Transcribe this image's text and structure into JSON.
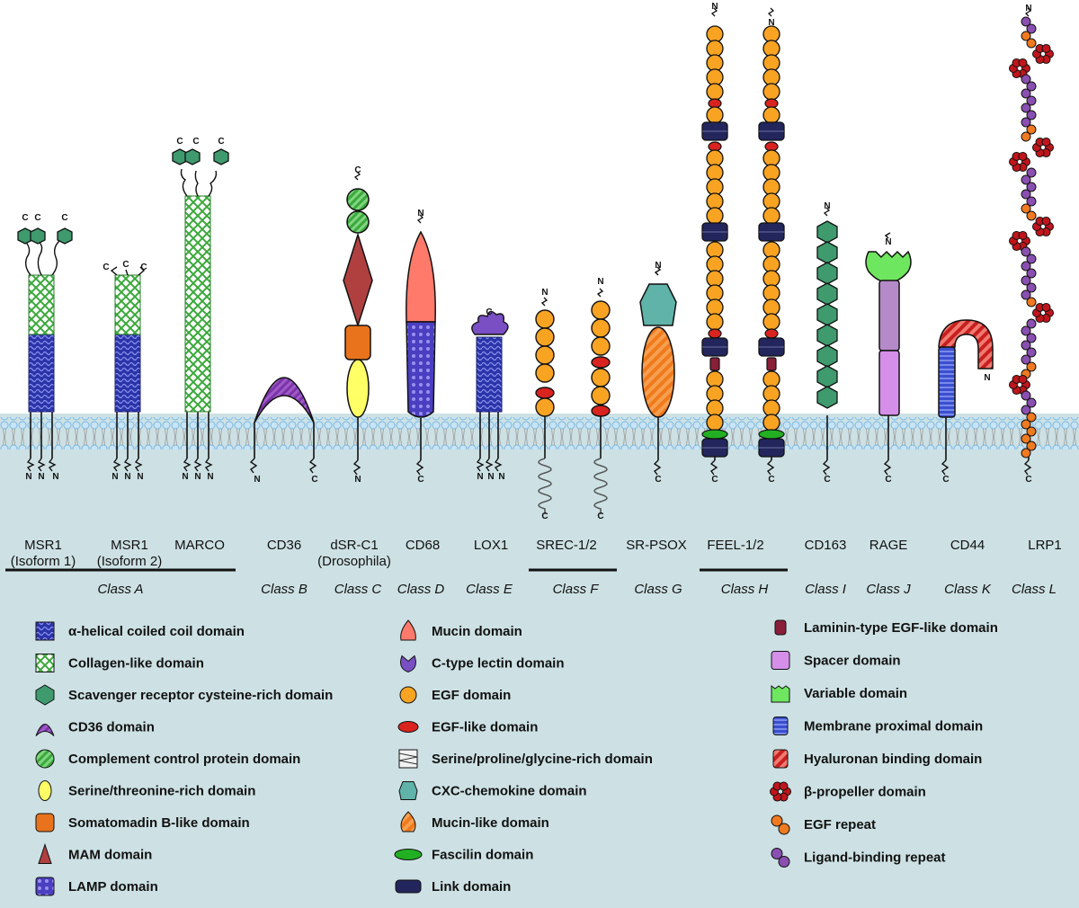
{
  "receptors": [
    {
      "id": "msr1-1",
      "line1": "MSR1",
      "line2": "(Isoform 1)"
    },
    {
      "id": "msr1-2",
      "line1": "MSR1",
      "line2": "(Isoform 2)"
    },
    {
      "id": "marco",
      "line1": "MARCO",
      "line2": ""
    },
    {
      "id": "cd36",
      "line1": "CD36",
      "line2": ""
    },
    {
      "id": "dsr-c1",
      "line1": "dSR-C1",
      "line2": "(Drosophila)"
    },
    {
      "id": "cd68",
      "line1": "CD68",
      "line2": ""
    },
    {
      "id": "lox1",
      "line1": "LOX1",
      "line2": ""
    },
    {
      "id": "srec",
      "line1": "SREC-1/2",
      "line2": ""
    },
    {
      "id": "sr-psox",
      "line1": "SR-PSOX",
      "line2": ""
    },
    {
      "id": "feel",
      "line1": "FEEL-1/2",
      "line2": ""
    },
    {
      "id": "cd163",
      "line1": "CD163",
      "line2": ""
    },
    {
      "id": "rage",
      "line1": "RAGE",
      "line2": ""
    },
    {
      "id": "cd44",
      "line1": "CD44",
      "line2": ""
    },
    {
      "id": "lrp1",
      "line1": "LRP1",
      "line2": ""
    }
  ],
  "classes": [
    "Class A",
    "Class B",
    "Class C",
    "Class D",
    "Class E",
    "Class F",
    "Class G",
    "Class H",
    "Class I",
    "Class J",
    "Class K",
    "Class L"
  ],
  "termini": {
    "n": "N",
    "c": "C"
  },
  "legend": [
    {
      "icon": "coiled-coil-icon",
      "label": "α-helical coiled coil domain",
      "color": "#2b34a8"
    },
    {
      "icon": "collagen-icon",
      "label": "Collagen-like domain",
      "color": "#3aa83a"
    },
    {
      "icon": "srcr-hexagon-icon",
      "label": "Scavenger receptor cysteine-rich domain",
      "color": "#3f9a6e"
    },
    {
      "icon": "cd36-arch-icon",
      "label": "CD36 domain",
      "color": "#8a2ea0"
    },
    {
      "icon": "ccp-circle-icon",
      "label": "Complement control protein domain",
      "color": "#4cbf4c"
    },
    {
      "icon": "ser-thr-oval-icon",
      "label": "Serine/threonine-rich domain",
      "color": "#ffff66"
    },
    {
      "icon": "somatomedin-icon",
      "label": "Somatomadin B-like domain",
      "color": "#e8731c"
    },
    {
      "icon": "mam-triangle-icon",
      "label": "MAM domain",
      "color": "#b04040"
    },
    {
      "icon": "lamp-icon",
      "label": "LAMP domain",
      "color": "#4a3fc0"
    },
    {
      "icon": "mucin-icon",
      "label": "Mucin domain",
      "color": "#ff7a6a"
    },
    {
      "icon": "c-type-lectin-icon",
      "label": "C-type lectin domain",
      "color": "#7a4fc4"
    },
    {
      "icon": "egf-icon",
      "label": "EGF domain",
      "color": "#f9a323"
    },
    {
      "icon": "egf-like-icon",
      "label": "EGF-like domain",
      "color": "#d9231f"
    },
    {
      "icon": "ser-pro-gly-icon",
      "label": "Serine/proline/glycine-rich domain",
      "color": "#555555"
    },
    {
      "icon": "cxc-chemokine-icon",
      "label": "CXC-chemokine domain",
      "color": "#5fb3a8"
    },
    {
      "icon": "mucin-like-icon",
      "label": "Mucin-like domain",
      "color": "#f08a24"
    },
    {
      "icon": "fascilin-icon",
      "label": "Fascilin domain",
      "color": "#22b022"
    },
    {
      "icon": "link-icon",
      "label": "Link domain",
      "color": "#23265c"
    },
    {
      "icon": "laminin-egf-icon",
      "label": "Laminin-type EGF-like domain",
      "color": "#8a1f3a"
    },
    {
      "icon": "spacer-icon",
      "label": "Spacer domain",
      "color": "#d58fe8"
    },
    {
      "icon": "variable-icon",
      "label": "Variable domain",
      "color": "#6fe65f"
    },
    {
      "icon": "membrane-proximal-icon",
      "label": "Membrane proximal domain",
      "color": "#3a4fd0"
    },
    {
      "icon": "hyaluronan-icon",
      "label": "Hyaluronan binding domain",
      "color": "#d9231f"
    },
    {
      "icon": "beta-propeller-icon",
      "label": "β-propeller domain",
      "color": "#c0151c"
    },
    {
      "icon": "egf-repeat-icon",
      "label": "EGF repeat",
      "color": "#f07a20"
    },
    {
      "icon": "ligand-binding-icon",
      "label": "Ligand-binding repeat",
      "color": "#8a4fb0"
    }
  ]
}
